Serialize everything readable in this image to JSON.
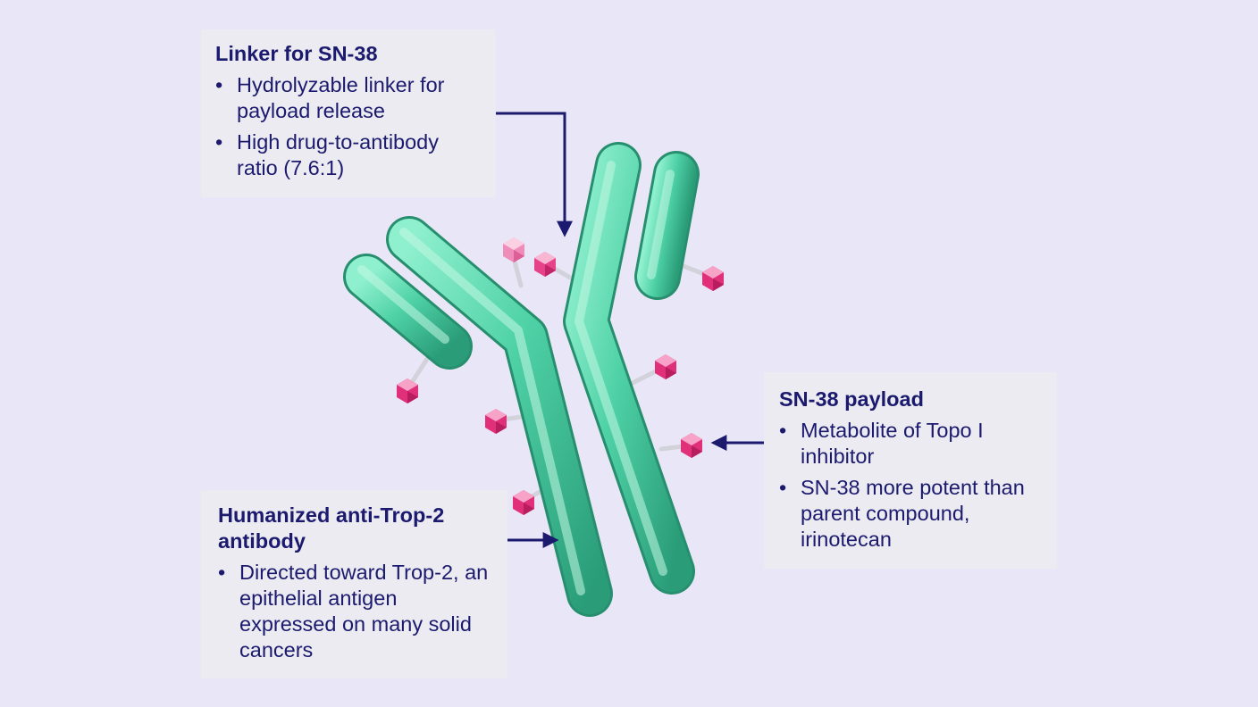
{
  "callouts": {
    "linker": {
      "title": "Linker for SN-38",
      "bullets": [
        "Hydrolyzable linker for payload release",
        "High drug-to-antibody ratio (7.6:1)"
      ]
    },
    "payload": {
      "title": "SN-38 payload",
      "bullets": [
        "Metabolite of Topo I inhibitor",
        "SN-38 more potent than parent compound, irinotecan"
      ]
    },
    "antibody": {
      "title": "Humanized anti-Trop-2 antibody",
      "bullets": [
        "Directed toward Trop-2, an epithelial antigen expressed on many solid cancers"
      ]
    }
  },
  "colors": {
    "background": "#e9e6f8",
    "box_fill": "#ebebf1",
    "text_navy": "#1b1a6e",
    "antibody_teal": "#4fd1a6",
    "payload_pink": "#e0307a",
    "linker_gray": "#c8c8d0"
  },
  "icons": {
    "payload": "hexagon-molecule-icon",
    "arrow": "arrow-icon"
  }
}
